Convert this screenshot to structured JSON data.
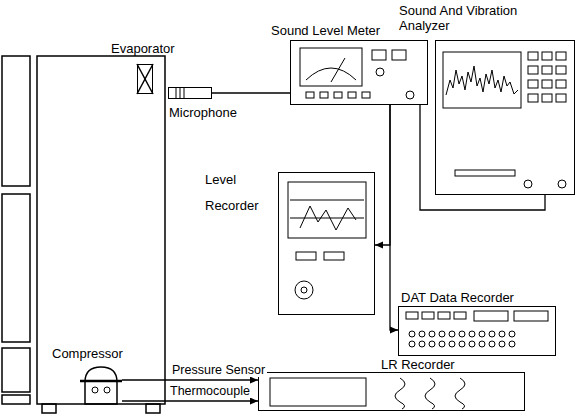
{
  "diagram": {
    "nodes": [
      {
        "text": [
          "Sound And Vibration Analyzer"
        ]
      },
      {
        "text": [
          "Sound Level Meter"
        ]
      },
      {
        "text": [
          "Evaporator"
        ]
      },
      {
        "text": [
          "Microphone"
        ]
      },
      {
        "text": [
          "Level Recorder"
        ]
      },
      {
        "text": [
          "DAT Data Recorder"
        ]
      },
      {
        "text": [
          "Compressor"
        ]
      },
      {
        "text": [
          "LR Recorder"
        ]
      }
    ],
    "edges": [
      {
        "from": 3,
        "to": 1,
        "arrow": "none"
      },
      {
        "from": 1,
        "to": 0,
        "arrow": "none"
      },
      {
        "from": 1,
        "to": 4,
        "arrow": "to"
      },
      {
        "from": 1,
        "to": 5,
        "arrow": "to"
      },
      {
        "from": 6,
        "to": 7,
        "label": "Pressure Sensor",
        "arrow": "to"
      },
      {
        "from": 6,
        "to": 7,
        "label": "Thermocouple",
        "arrow": "to"
      }
    ]
  }
}
